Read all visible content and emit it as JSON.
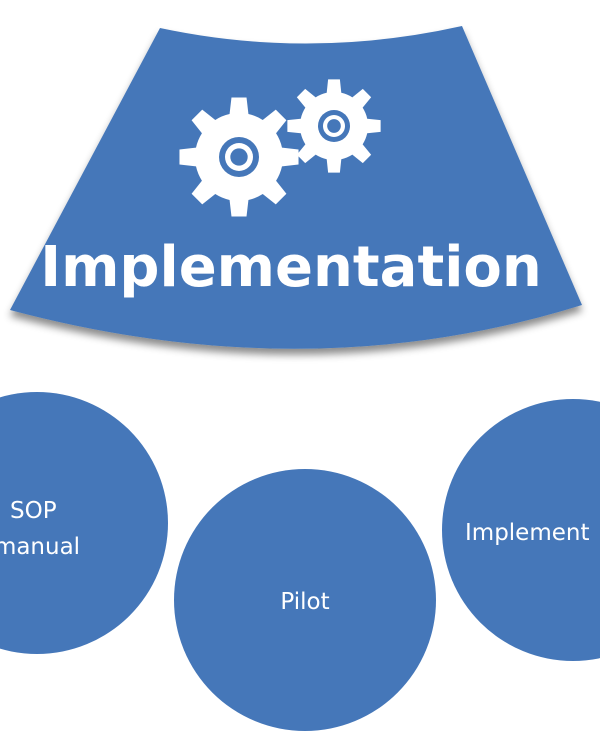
{
  "banner": {
    "title": "Implementation",
    "icon": "gears-icon",
    "color": "#4577b9"
  },
  "steps": [
    {
      "lines": [
        "SOP",
        "manual"
      ]
    },
    {
      "lines": [
        "Pilot"
      ]
    },
    {
      "lines": [
        "Implement"
      ]
    }
  ],
  "colors": {
    "circle": "#4577b9",
    "text": "#ffffff",
    "background": "#ffffff"
  }
}
